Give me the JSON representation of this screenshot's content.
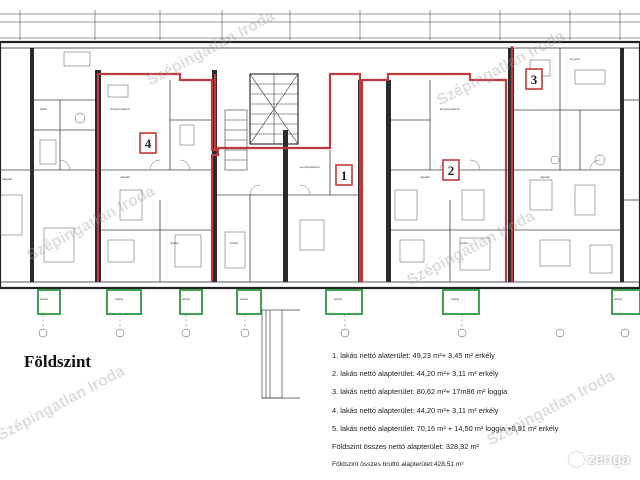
{
  "floor_title": "Földszint",
  "apartments": [
    {
      "number": "1",
      "area_text": "1. lakás nettó alaterület: 49,23 m²+ 3,45 m² erkély"
    },
    {
      "number": "2",
      "area_text": "2. lakás nettó alapterület: 44,20 m²+ 3,11 m² erkély"
    },
    {
      "number": "3",
      "area_text": "3. lakás nettó alapterület: 80,62 m²+ 17m86 m² loggia"
    },
    {
      "number": "4",
      "area_text": "4. lakás nettó alapterület: 44,20 m²+ 3,11 m² erkély"
    },
    {
      "number": "5",
      "area_text": "5. lakás nettó alapterület: 70,16 m² + 14,50 m² loggia +0,91 m² erkély"
    }
  ],
  "totals": {
    "net": "Földszint összes nettó alapterület: 328,92 m²",
    "gross": "Földszint összes bruttó alapterület:428,51 m²"
  },
  "watermark": "Szépingatlan Iroda",
  "logo": "zenga",
  "colors": {
    "apartment_outline": "#c0393b",
    "balcony_outline": "#3fa34d",
    "wall": "#2a2a2a"
  }
}
